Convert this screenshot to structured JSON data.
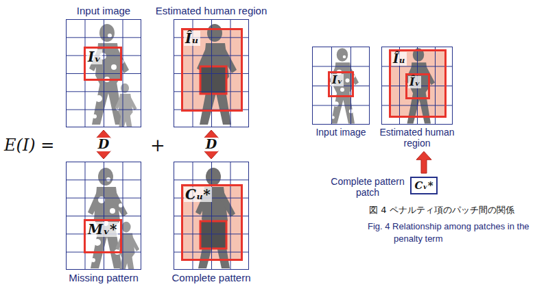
{
  "diagram": {
    "caption": "図 4 ペナルティ項のパッチ間の関係",
    "nodes": [
      {
        "text": [
          "Input image"
        ]
      },
      {
        "text": [
          "Iᵥ"
        ],
        "in": 0
      },
      {
        "text": [
          "Estimated human region"
        ]
      },
      {
        "text": [
          "Îᵤ"
        ],
        "in": 2
      },
      {
        "text": [
          "Missing pattern"
        ]
      },
      {
        "text": [
          "Mᵥ*"
        ],
        "in": 4
      },
      {
        "text": [
          "Complete pattern"
        ]
      },
      {
        "text": [
          "Cᵤ*"
        ],
        "in": 6
      },
      {
        "text": [
          "Input image"
        ]
      },
      {
        "text": [
          "Iᵥ"
        ],
        "in": 8
      },
      {
        "text": [
          "Estimated human region"
        ]
      },
      {
        "text": [
          "Îᵤ"
        ],
        "in": 10
      },
      {
        "text": [
          "Îᵥ"
        ],
        "in": 11
      },
      {
        "text": [
          "Complete pattern patch",
          "Cᵥ*"
        ]
      }
    ],
    "edges": [
      {
        "from": 0,
        "to": 4,
        "label": "D",
        "arrow": "both"
      },
      {
        "from": 2,
        "to": 6,
        "label": "D",
        "arrow": "both"
      },
      {
        "from": 13,
        "to": 10,
        "arrow": "to"
      }
    ],
    "labels": [
      "E(I) =",
      "+",
      "Fig. 4 Relationship among patches in the penalty term"
    ]
  }
}
